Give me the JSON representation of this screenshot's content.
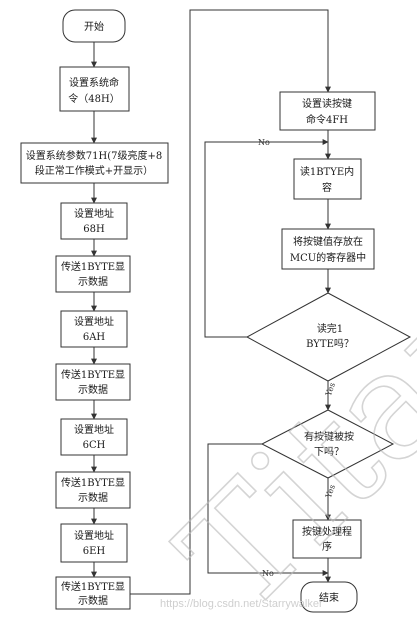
{
  "nodes": {
    "start": "开始",
    "cmd_line1": "设置系统命",
    "cmd_line2": "令（48H）",
    "param_line1": "设置系统参数71H(7级亮度+8",
    "param_line2": "段正常工作模式+开显示）",
    "addr68_line1": "设置地址",
    "addr68_line2": "68H",
    "send1_line1": "传送1BYTE显",
    "send1_line2": "示数据",
    "addr6a_line1": "设置地址",
    "addr6a_line2": "6AH",
    "send2_line1": "传送1BYTE显",
    "send2_line2": "示数据",
    "addr6c_line1": "设置地址",
    "addr6c_line2": "6CH",
    "send3_line1": "传送1BYTE显",
    "send3_line2": "示数据",
    "addr6e_line1": "设置地址",
    "addr6e_line2": "6EH",
    "send4_line1": "传送1BYTE显",
    "send4_line2": "示数据",
    "readkey_line1": "设置读按键",
    "readkey_line2": "命令4FH",
    "read_line1": "读1BTYE内",
    "read_line2": "容",
    "store_line1": "将按键值存放在",
    "store_line2": "MCU的寄存器中",
    "check1_line1": "读完1",
    "check1_line2": "BYTE吗？",
    "check2_line1": "有按键被按",
    "check2_line2": "下吗？",
    "process_line1": "按键处理程",
    "process_line2": "序",
    "end": "结束"
  },
  "edges": {
    "no1": "No",
    "yes1": "Yes",
    "yes2": "Yes",
    "no2": "No"
  },
  "watermark": {
    "big": "Titanmec",
    "url": "https://blog.csdn.net/Starrywalker"
  }
}
